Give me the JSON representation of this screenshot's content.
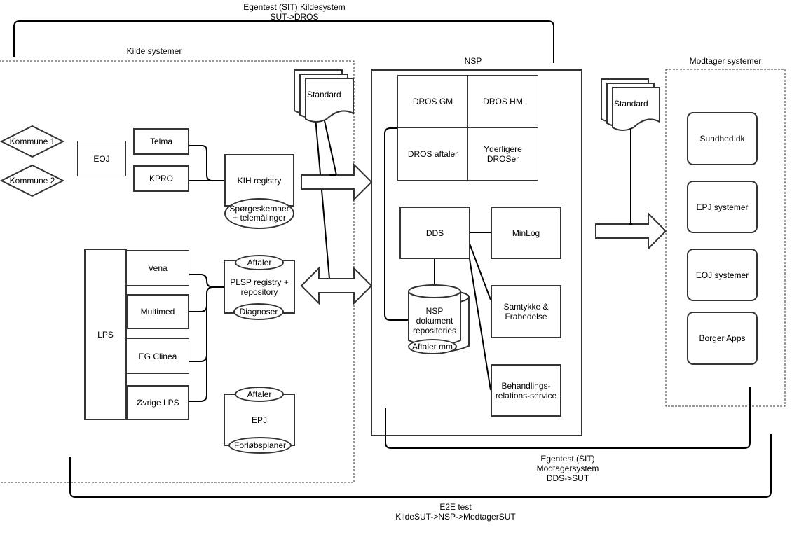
{
  "brackets": {
    "sit_source": {
      "line1": "Egentest (SIT) Kildesystem",
      "line2": "SUT->DROS"
    },
    "sit_receiver": {
      "line1": "Egentest (SIT)",
      "line2": "Modtagersystem",
      "line3": "DDS->SUT"
    },
    "e2e": {
      "line1": "E2E test",
      "line2": "KildeSUT->NSP->ModtagerSUT"
    }
  },
  "source_group": {
    "title": "Kilde systemer",
    "kommuner": [
      "Kommune 1",
      "Kommune 2"
    ],
    "eoj": "EOJ",
    "telma": "Telma",
    "kpro": "KPRO",
    "kih": {
      "label": "KIH registry",
      "ellipse": "Spørgeskemaer + telemålinger"
    },
    "lps": "LPS",
    "lps_systems": [
      "Vena",
      "Multimed",
      "EG Clinea",
      "Øvrige LPS"
    ],
    "plsp": {
      "label": "PLSP registry + repository",
      "top_ellipse": "Aftaler",
      "bottom_ellipse": "Diagnoser"
    },
    "epj": {
      "label": "EPJ",
      "top_ellipse": "Aftaler",
      "bottom_ellipse": "Forløbsplaner"
    }
  },
  "standard_docs": [
    "Standard",
    "Standard"
  ],
  "nsp": {
    "title": "NSP",
    "dros": [
      "DROS GM",
      "DROS HM",
      "DROS aftaler",
      "Yderligere DROSer"
    ],
    "dds": "DDS",
    "minlog": "MinLog",
    "samtykke": "Samtykke & Frabedelse",
    "behandling": "Behandlings- relations-service",
    "repository": {
      "label": "NSP dokument repositories",
      "ellipse": "Aftaler mm"
    }
  },
  "receiver_group": {
    "title": "Modtager systemer",
    "systems": [
      "Sundhed.dk",
      "EPJ systemer",
      "EOJ systemer",
      "Borger Apps"
    ]
  }
}
